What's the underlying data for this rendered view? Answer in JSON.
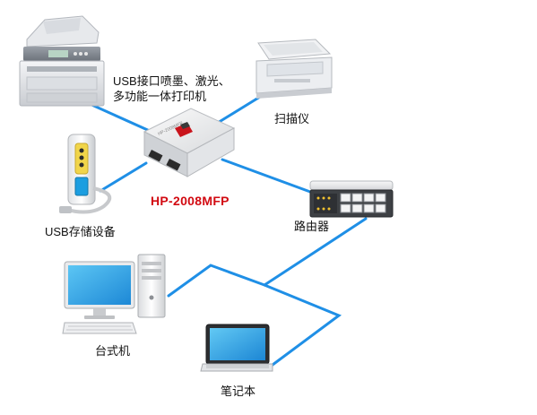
{
  "labels": {
    "printer_line1": "USB接口喷墨、激光、",
    "printer_line2": "多功能一体打印机",
    "scanner": "扫描仪",
    "model": "HP-2008MFP",
    "usb_storage": "USB存储设备",
    "router": "路由器",
    "desktop": "台式机",
    "laptop": "笔记本"
  },
  "colors": {
    "wire": "#1f8fe6",
    "model_text": "#d20a12",
    "screen": "#2aa6ea"
  },
  "icons": [
    "printer-icon",
    "scanner-icon",
    "print-server-icon",
    "usb-storage-icon",
    "router-icon",
    "desktop-computer-icon",
    "laptop-icon"
  ]
}
